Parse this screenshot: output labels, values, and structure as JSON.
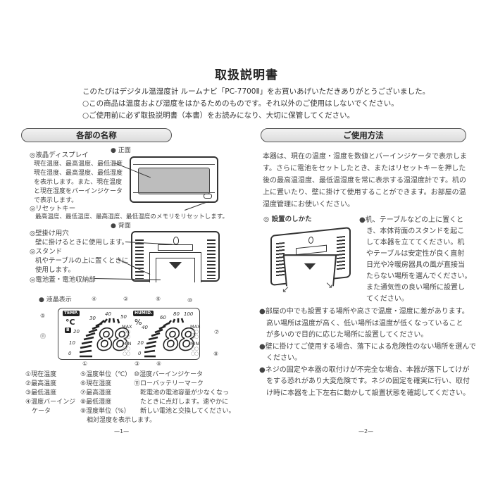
{
  "document": {
    "title": "取扱説明書",
    "intro": [
      "このたびはデジタル温湿度計 ルームナビ「PC-7700Ⅱ」をお買いあげいただきありがとうございました。",
      "○この商品は温度および湿度をはかるためのものです。それ以外のご使用はしないでください。",
      "○ご使用前に必ず取扱説明書（本書）をお読みになり、大切に保管してください。"
    ]
  },
  "left_page": {
    "section_title": "各部の名称",
    "front": {
      "heading": "● 正面",
      "lcd_label": "◎液晶ディスプレイ",
      "lcd_desc": [
        "現在温度、最高温度、最低温度",
        "現在湿度、最高湿度、最低湿度",
        "を表示します。また、現在温度",
        "と現在湿度をバーインジケータ",
        "で表示します。"
      ],
      "reset_label": "◎リセットキー",
      "reset_desc": "最高温度、最低温度、最高湿度、最低湿度のメモリをリセットします。"
    },
    "back": {
      "heading": "● 背面",
      "hole_label": "◎壁掛け用穴",
      "hole_desc": "壁に掛けるときに使用します。",
      "stand_label": "◎スタンド",
      "stand_desc": [
        "机やテーブルの上に置くときに",
        "使用します。"
      ],
      "battery_label": "◎電池蓋・電池収納部"
    },
    "lcd": {
      "heading": "● 液晶表示",
      "temp_badge": "TEMP.",
      "humid_badge": "HUMID.",
      "temp_unit": "°C",
      "humid_unit": "%",
      "battery_mark": "B",
      "temp_scale": [
        "0",
        "10",
        "20",
        "30",
        "40",
        "50"
      ],
      "humid_scale": [
        "0",
        "20",
        "40",
        "60",
        "80",
        "100"
      ],
      "digits": "88",
      "max": "MAX",
      "min": "MIN",
      "callouts": [
        "①",
        "②",
        "③",
        "④",
        "⑤",
        "⑥",
        "⑦",
        "⑧",
        "⑨",
        "⑩",
        "⑪"
      ]
    },
    "legend": {
      "col1": [
        "①現在温度",
        "②最高温度",
        "③最低温度",
        "④温度バーインジ",
        "　ケータ"
      ],
      "col2": [
        "⑤温度単位（℃）",
        "⑥現在湿度",
        "⑦最高湿度",
        "⑧最低湿度",
        "⑨湿度単位（%）",
        "　相対湿度を表示します。"
      ],
      "col3": [
        "⑩湿度バーインジケータ",
        "⑪ローバッテリーマーク",
        "　乾電池の電池容量が少なくなっ",
        "　たときに点灯します。速やかに",
        "　新しい電池と交換してください。"
      ]
    },
    "page_number": "—1—"
  },
  "right_page": {
    "section_title": "ご使用方法",
    "body": [
      "本器は、現在の温度・湿度を数値とバーインジケータで表示しま",
      "す。さらに電池をセットしたとき、またはリセットキーを押した",
      "後の最高温湿度、最低温湿度を常に表示する温湿度計です。机の",
      "上に置いたり、壁に掛けて使用することができます。お部屋の温",
      "湿度管理にお使いください。"
    ],
    "install_heading": "◎ 設置のしかた",
    "install_notes": [
      "●机、テーブルなどの上に置くと",
      "　き、本体背面のスタンドを起こ",
      "　して本器を立ててください。机",
      "　やテーブルは安定性が良く直射",
      "　日光や冷暖房器具の風が直接当",
      "　たらない場所を選んでください。",
      "　また通気性の良い場所に設置し",
      "　てください。"
    ],
    "cautions": [
      "●部屋の中でも設置する場所や高さで温度・湿度に差があります。",
      "　高い場所は温度が高く、低い場所は温度が低くなっていること",
      "　が多いので目的に応じた場所に設置してください。",
      "●壁に掛けてご使用する場合、落下による危険性のない場所を選んで",
      "　ください。",
      "●ネジの固定や本器の取付けが不完全な場合、本器が落下してけが",
      "　をする恐れがあり大変危険です。ネジの固定を確実に行い、取付",
      "　け時に本器を上下左右に動かして設置状態を確認してください。"
    ],
    "page_number": "—2—"
  }
}
